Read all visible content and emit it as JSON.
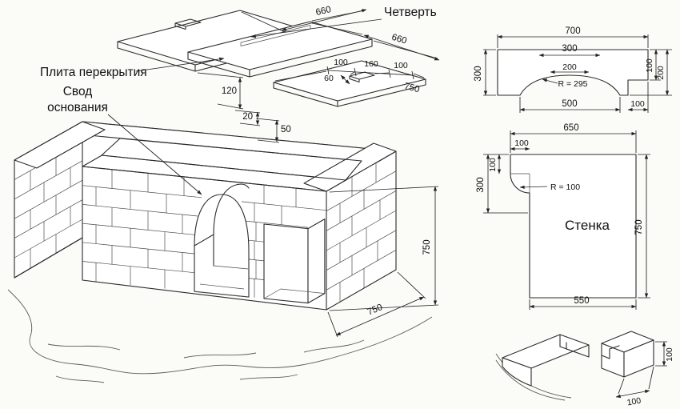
{
  "labels": {
    "slab": "Плита перекрытия",
    "vault_line1": "Свод",
    "vault_line2": "основания",
    "quarter": "Четверть",
    "wall_name": "Стенка"
  },
  "iso": {
    "dim_660_a": "660",
    "dim_660_b": "660",
    "hole_100_a": "100",
    "hole_160": "160",
    "hole_100_b": "100",
    "hole_60": "60",
    "gap_120": "120",
    "gap_20": "20",
    "gap_50": "50",
    "slab_750": "750",
    "height_750": "750",
    "depth_750": "750"
  },
  "arch": {
    "w700": "700",
    "flat300": "300",
    "left300": "300",
    "top200": "200",
    "radius": "R = 295",
    "span500": "500",
    "right100b": "100",
    "step100": "100",
    "h200": "200"
  },
  "wall": {
    "top650": "650",
    "notch100w": "100",
    "notch100h": "100",
    "left300": "300",
    "radius": "R = 100",
    "h750": "750",
    "bottom550": "550"
  },
  "joint": {
    "v100": "100",
    "h100": "100"
  },
  "colors": {
    "ink": "#2b2b2b",
    "paper": "#fbfbf8"
  }
}
